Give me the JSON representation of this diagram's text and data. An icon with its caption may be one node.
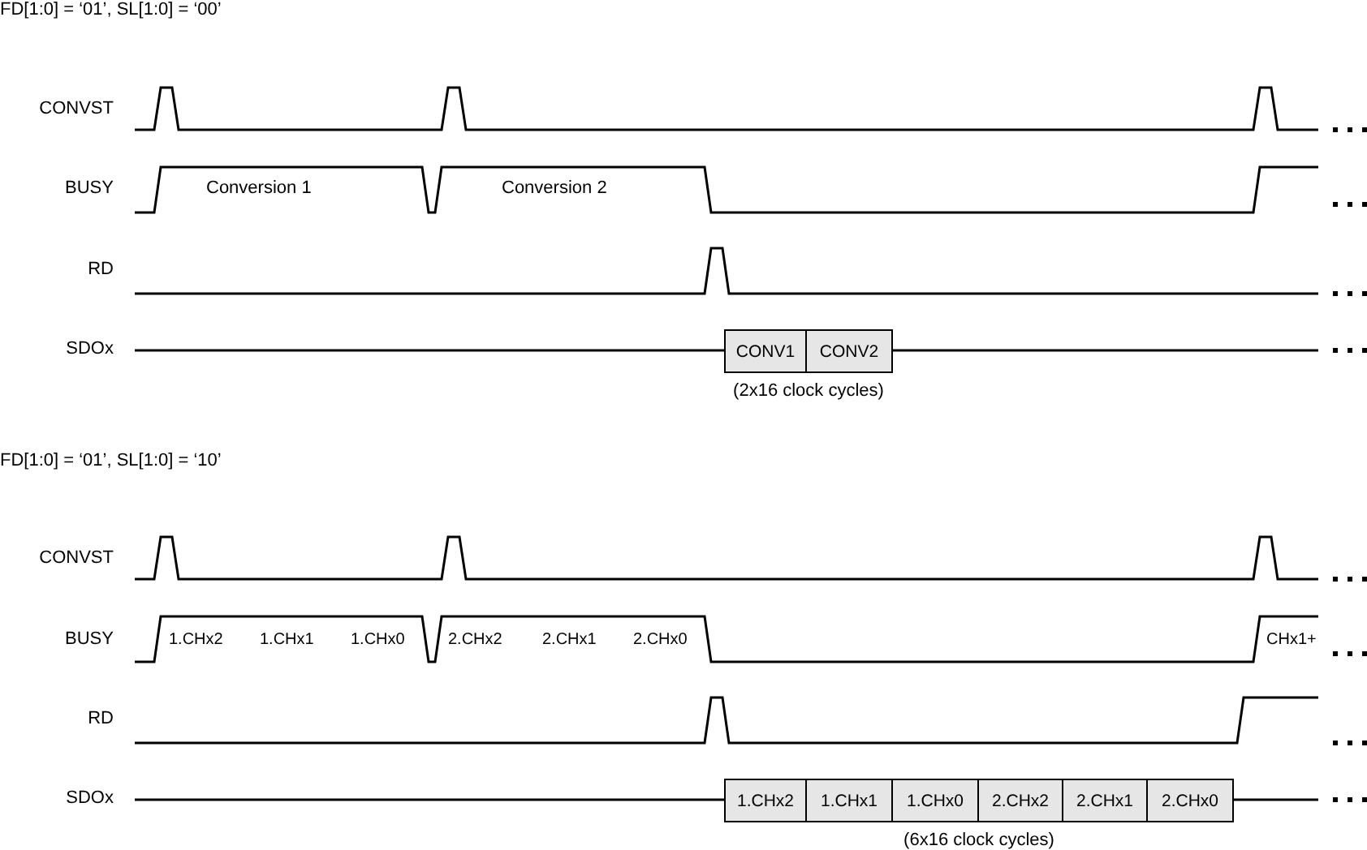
{
  "diagram": {
    "nodes": [
      {
        "text": [
          "CONV1"
        ]
      },
      {
        "text": [
          "CONV2"
        ]
      },
      {
        "text": [
          "1.CHx2"
        ]
      },
      {
        "text": [
          "1.CHx1"
        ]
      },
      {
        "text": [
          "1.CHx0"
        ]
      },
      {
        "text": [
          "2.CHx2"
        ]
      },
      {
        "text": [
          "2.CHx1"
        ]
      },
      {
        "text": [
          "2.CHx0"
        ]
      }
    ],
    "labels": [
      "FD[1:0] = ‘01’, SL[1:0] = ‘00’",
      "CONVST",
      "BUSY",
      "Conversion 1",
      "Conversion 2",
      "RD",
      "SDOx",
      "(2x16 clock cycles)",
      "FD[1:0] = ‘01’, SL[1:0] = ‘10’",
      "CONVST",
      "BUSY",
      "1.CHx2",
      "1.CHx1",
      "1.CHx0",
      "2.CHx2",
      "2.CHx1",
      "2.CHx0",
      "CHx1+",
      "RD",
      "SDOx",
      "(6x16 clock cycles)"
    ]
  }
}
